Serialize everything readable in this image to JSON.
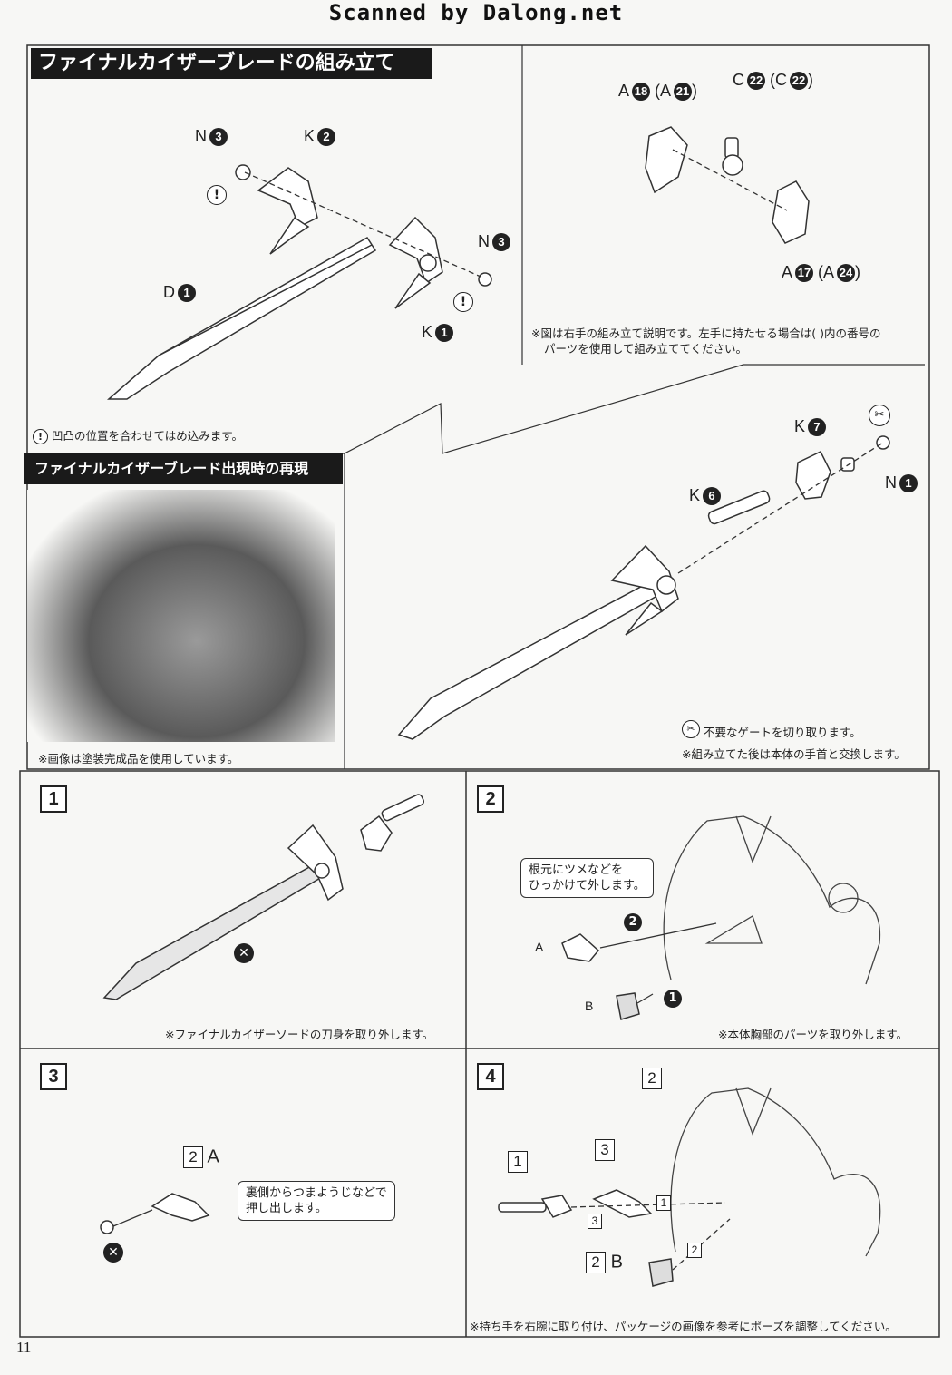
{
  "watermark": "Scanned by Dalong.net",
  "page_number": "11",
  "section_main": {
    "title": "ファイナルカイザーブレードの組み立て",
    "labels": {
      "n3_top": "N",
      "n3_top_num": "3",
      "k2": "K",
      "k2_num": "2",
      "d1": "D",
      "d1_num": "1",
      "n3_right": "N",
      "n3_right_num": "3",
      "k1": "K",
      "k1_num": "1",
      "excl_mark": "!"
    },
    "note_fit": "凹凸の位置を合わせてはめ込みます。"
  },
  "section_hand": {
    "labels": {
      "a18": "A",
      "a18_num": "18",
      "a21_paren": "(A",
      "a21_num": "21",
      "close1": ")",
      "c22": "C",
      "c22_num": "22",
      "c22_paren": "(C",
      "c22b_num": "22",
      "close2": ")",
      "a17": "A",
      "a17_num": "17",
      "a24_paren": "(A",
      "a24_num": "24",
      "close3": ")"
    },
    "note_line1": "※図は右手の組み立て説明です。左手に持たせる場合は( )内の番号の",
    "note_line2": "パーツを使用して組み立ててください。"
  },
  "section_hilt": {
    "labels": {
      "k7": "K",
      "k7_num": "7",
      "k6": "K",
      "k6_num": "6",
      "n1": "N",
      "n1_num": "1"
    },
    "note_gate": "不要なゲートを切り取ります。",
    "note_swap": "※組み立てた後は本体の手首と交換します。"
  },
  "section_photo": {
    "title": "ファイナルカイザーブレード出現時の再現",
    "note": "※画像は塗装完成品を使用しています。"
  },
  "steps": [
    {
      "number": "1",
      "note": "※ファイナルカイザーソードの刀身を取り外します。"
    },
    {
      "number": "2",
      "callout_line1": "根元にツメなどを",
      "callout_line2": "ひっかけて外します。",
      "part_a": "A",
      "part_b": "B",
      "seq1": "1",
      "seq2": "2",
      "note": "※本体胸部のパーツを取り外します。"
    },
    {
      "number": "3",
      "ref_num": "2",
      "ref_letter": "A",
      "callout_line1": "裏側からつまようじなどで",
      "callout_line2": "押し出します。"
    },
    {
      "number": "4",
      "ref_1": "1",
      "ref_2": "2",
      "ref_3": "3",
      "ref_2b_num": "2",
      "ref_2b_letter": "B",
      "small_1": "1",
      "small_2": "2",
      "small_3": "3",
      "note": "※持ち手を右腕に取り付け、パッケージの画像を参考にポーズを調整してください。"
    }
  ],
  "colors": {
    "ink": "#222222",
    "paper": "#f7f7f5",
    "heading_bg": "#1a1a1a"
  }
}
